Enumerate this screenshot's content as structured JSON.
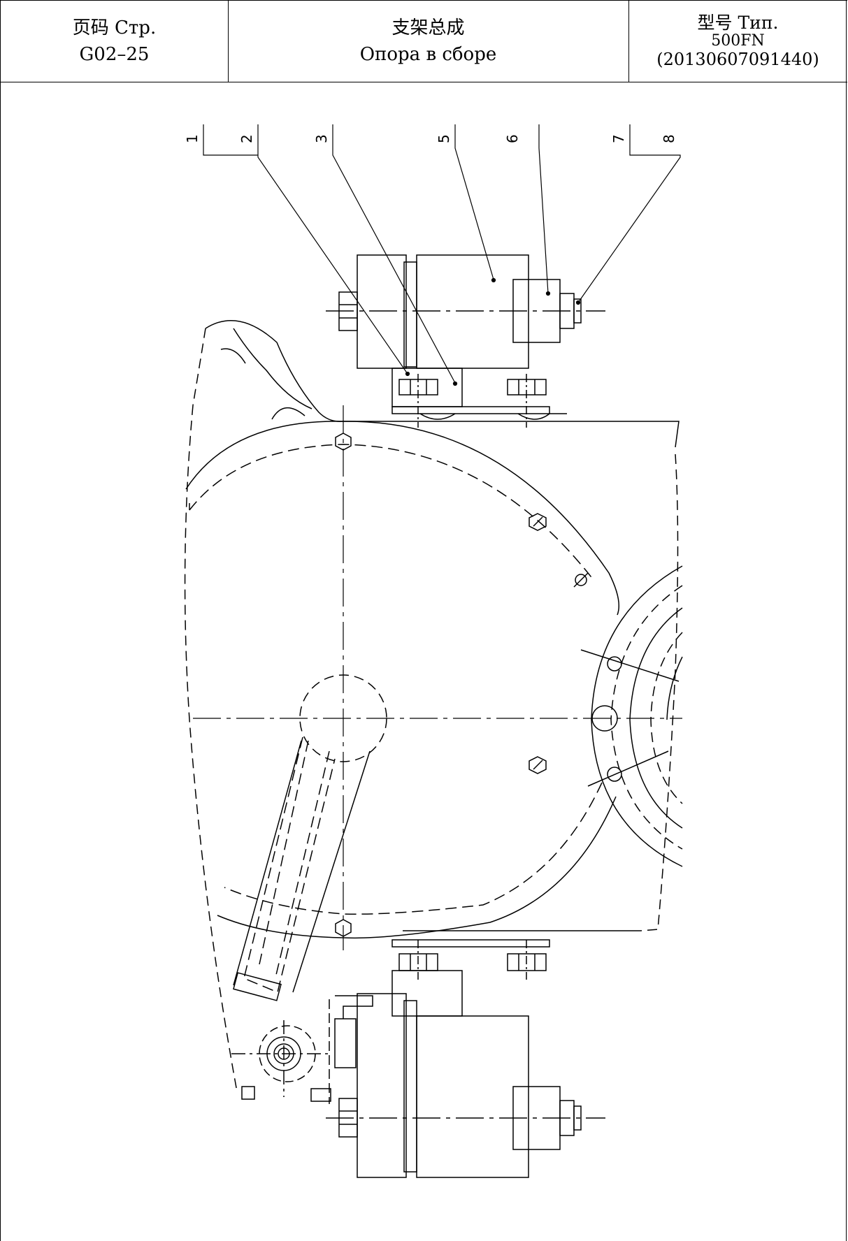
{
  "title_block": {
    "page": {
      "label": "页码 Стр.",
      "value": "G02–25"
    },
    "title": {
      "zh": "支架总成",
      "ru": "Опора в сборе"
    },
    "model": {
      "label": "型号 Тип.",
      "value": "500FN",
      "code": "(20130607091440)"
    }
  },
  "callouts": [
    "1",
    "2",
    "3",
    "5",
    "6",
    "7",
    "8"
  ]
}
